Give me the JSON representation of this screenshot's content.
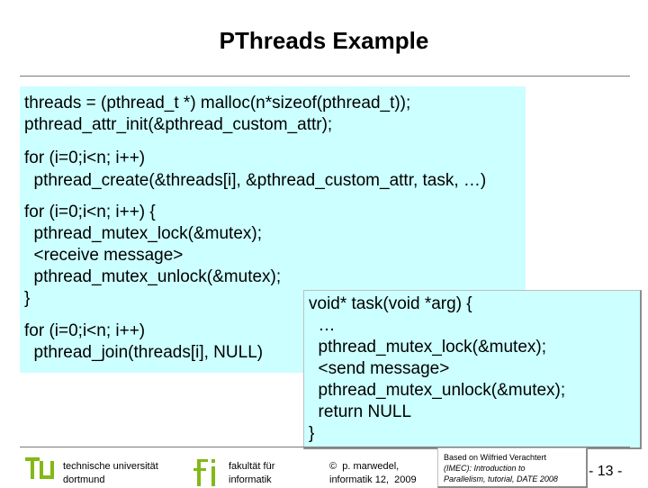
{
  "slide": {
    "title": "PThreads Example"
  },
  "main_code": [
    "threads = (pthread_t *) malloc(n*sizeof(pthread_t));",
    "pthread_attr_init(&pthread_custom_attr);",
    "for (i=0;i<n; i++)",
    "  pthread_create(&threads[i], &pthread_custom_attr, task, …)",
    "for (i=0;i<n; i++) {",
    "  pthread_mutex_lock(&mutex);",
    "  <receive message>",
    "  pthread_mutex_unlock(&mutex);",
    "}",
    "for (i=0;i<n; i++)",
    "  pthread_join(threads[i], NULL)"
  ],
  "task_code": [
    "void* task(void *arg) {",
    "  …",
    "  pthread_mutex_lock(&mutex);",
    "  <send message>",
    "  pthread_mutex_unlock(&mutex);",
    "  return NULL",
    "}"
  ],
  "footer": {
    "university_line1": "technische universität",
    "university_line2": "dortmund",
    "faculty_line1": "fakultät für",
    "faculty_line2": "informatik",
    "author_line1": "©  p. marwedel,",
    "author_line2": "informatik 12,  2009",
    "credit_line1": "Based on Wilfried Verachtert",
    "credit_line2": "(IMEC): Introduction to",
    "credit_line3": "Parallelism, tutorial, DATE 2008",
    "page_number": "- 13 -"
  },
  "colors": {
    "code_background": "#ccffff",
    "logo_green": "#84b817"
  },
  "icons": [
    "tu-logo-icon",
    "fi-logo-icon"
  ]
}
